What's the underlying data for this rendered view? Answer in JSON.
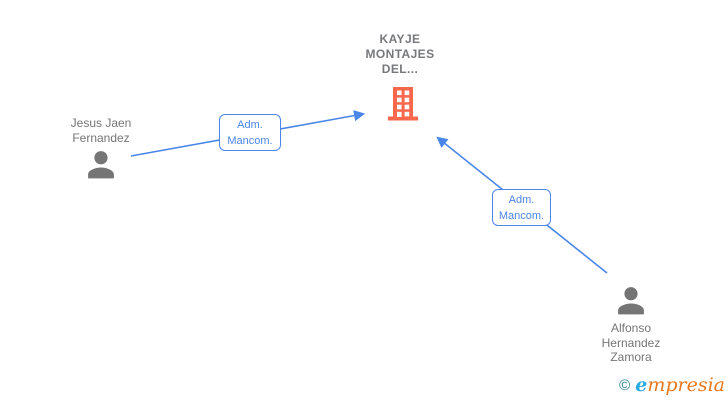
{
  "company": {
    "name_line1": "KAYJE",
    "name_line2": "MONTAJES",
    "name_line3": "DEL...",
    "icon": "building-icon",
    "icon_color": "#F9684C",
    "text_color": "#77787B"
  },
  "people": {
    "jesus": {
      "name_line1": "Jesus Jaen",
      "name_line2": "Fernandez",
      "icon": "person-icon"
    },
    "alfonso": {
      "name_line1": "Alfonso",
      "name_line2": "Hernandez",
      "name_line3": "Zamora",
      "icon": "person-icon"
    }
  },
  "edges": {
    "edge1": {
      "label_line1": "Adm.",
      "label_line2": "Mancom.",
      "from": "Jesus Jaen Fernandez",
      "to": "KAYJE MONTAJES DEL..."
    },
    "edge2": {
      "label_line1": "Adm.",
      "label_line2": "Mancom.",
      "from": "Alfonso Hernandez Zamora",
      "to": "KAYJE MONTAJES DEL..."
    }
  },
  "footer": {
    "copyright_symbol": "©",
    "brand_initial": "e",
    "brand_rest": "mpresia"
  },
  "colors": {
    "background": "#FFFFFF",
    "arrow": "#4A86E8",
    "edge_label_border": "#4A86E8",
    "edge_label_text": "#4A86E8",
    "company_icon": "#F9684C",
    "person_icon": "#757575",
    "person_text": "#757575",
    "company_text": "#77787B",
    "logo_copyright": "#1C7C8C",
    "logo_e": "#29ABE2",
    "logo_rest": "#E8771E"
  }
}
